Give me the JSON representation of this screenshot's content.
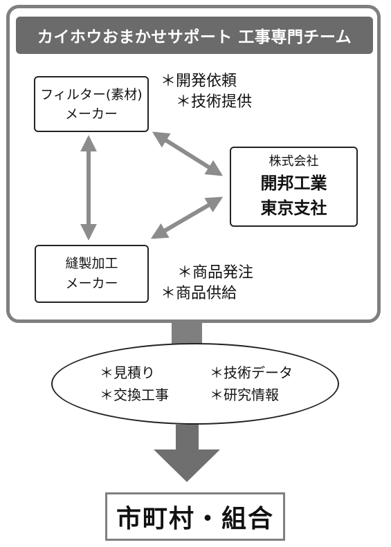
{
  "banner": {
    "title": "カイホウおまかせサポート 工事専門チーム"
  },
  "nodes": {
    "filter": {
      "line1": "フィルター(素材)",
      "line2": "メーカー"
    },
    "kaiho": {
      "line1": "株式会社",
      "line2": "開邦工業",
      "line3": "東京支社"
    },
    "sewing": {
      "line1": "縫製加工",
      "line2": "メーカー"
    }
  },
  "notes": {
    "top": [
      "＊開発依頼",
      "＊技術提供"
    ],
    "bottom": [
      "＊商品発注",
      "＊商品供給"
    ]
  },
  "services": {
    "left": [
      "＊見積り",
      "＊交換工事"
    ],
    "right": [
      "＊技術データ",
      "＊研究情報"
    ]
  },
  "output": {
    "label": "市町村・組合"
  },
  "colors": {
    "banner": "#6b6b6b",
    "frame": "#7f7f7f",
    "arrows": "#8c8c8c",
    "text": "#111111"
  }
}
